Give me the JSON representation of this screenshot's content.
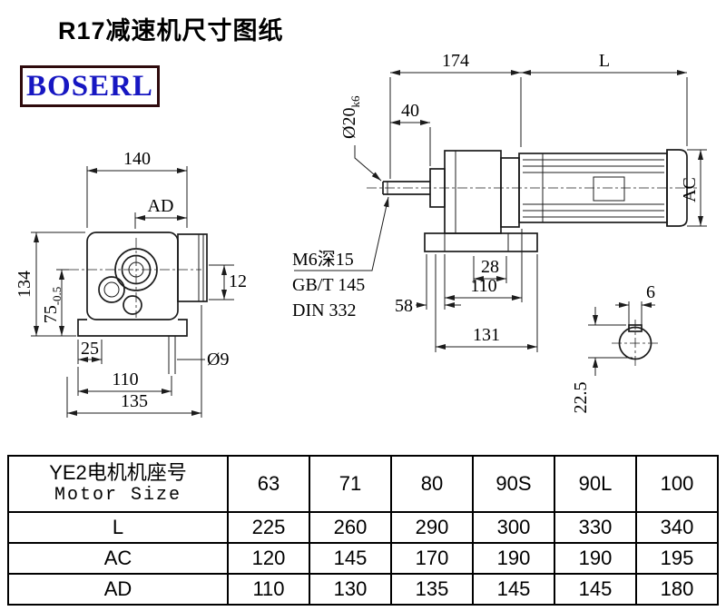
{
  "page": {
    "title": "R17减速机尺寸图纸",
    "logo": "BOSERL"
  },
  "left_view": {
    "width_top": "140",
    "width_ad": "AD",
    "height_total": "134",
    "height_center": "75",
    "height_center_tol": "-0.5",
    "offset_12": "12",
    "offset_25": "25",
    "hole_dia": "Ø9",
    "width_110": "110",
    "width_135": "135"
  },
  "right_view": {
    "len_174": "174",
    "len_L": "L",
    "len_40": "40",
    "shaft_dia": "Ø20",
    "shaft_dia_fit": "k6",
    "height_ac": "AC",
    "note_m6": "M6深15",
    "note_gbt": "GB/T 145",
    "note_din": "DIN 332",
    "len_28": "28",
    "len_58": "58",
    "len_110": "110",
    "len_131": "131",
    "key_w6": "6",
    "key_h225": "22.5"
  },
  "table": {
    "header": {
      "label_cn": "YE2电机机座号",
      "label_en": "Motor Size",
      "sizes": [
        "63",
        "71",
        "80",
        "90S",
        "90L",
        "100"
      ]
    },
    "rows": [
      {
        "label": "L",
        "values": [
          "225",
          "260",
          "290",
          "300",
          "330",
          "340"
        ]
      },
      {
        "label": "AC",
        "values": [
          "120",
          "145",
          "170",
          "190",
          "190",
          "195"
        ]
      },
      {
        "label": "AD",
        "values": [
          "110",
          "130",
          "135",
          "145",
          "145",
          "180"
        ]
      }
    ]
  }
}
